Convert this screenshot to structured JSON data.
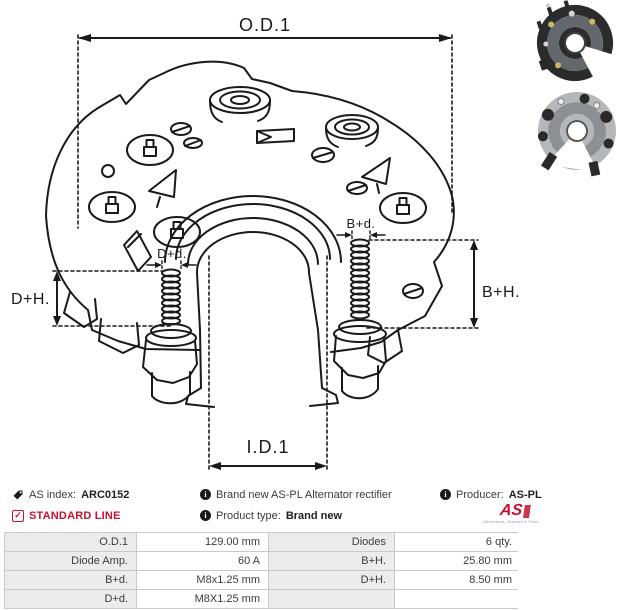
{
  "diagram": {
    "labels": {
      "od1": "O.D.1",
      "id1": "I.D.1",
      "dh": "D+H.",
      "bh": "B+H.",
      "dd": "D+d.",
      "bd": "B+d."
    }
  },
  "header": {
    "as_index_label": "AS index:",
    "as_index_value": "ARC0152",
    "standard_line": "STANDARD LINE",
    "description": "Brand new AS-PL Alternator rectifier",
    "product_type_label": "Product type:",
    "product_type_value": "Brand new",
    "producer_label": "Producer:",
    "producer_value": "AS-PL",
    "logo_text": "AS",
    "logo_caption": "Alternators, Starters & Parts"
  },
  "table": {
    "rows": [
      {
        "l1": "O.D.1",
        "v1": "129.00 mm",
        "l2": "Diodes",
        "v2": "6 qty."
      },
      {
        "l1": "Diode Amp.",
        "v1": "60 A",
        "l2": "B+H.",
        "v2": "25.80 mm"
      },
      {
        "l1": "B+d.",
        "v1": "M8x1.25 mm",
        "l2": "D+H.",
        "v2": "8.50 mm"
      },
      {
        "l1": "D+d.",
        "v1": "M8X1.25 mm",
        "l2": "",
        "v2": ""
      }
    ]
  },
  "colors": {
    "accent_red": "#c41230",
    "line_color": "#1a1a1a",
    "table_border": "#c9c9c9",
    "label_bg": "#ececec"
  }
}
